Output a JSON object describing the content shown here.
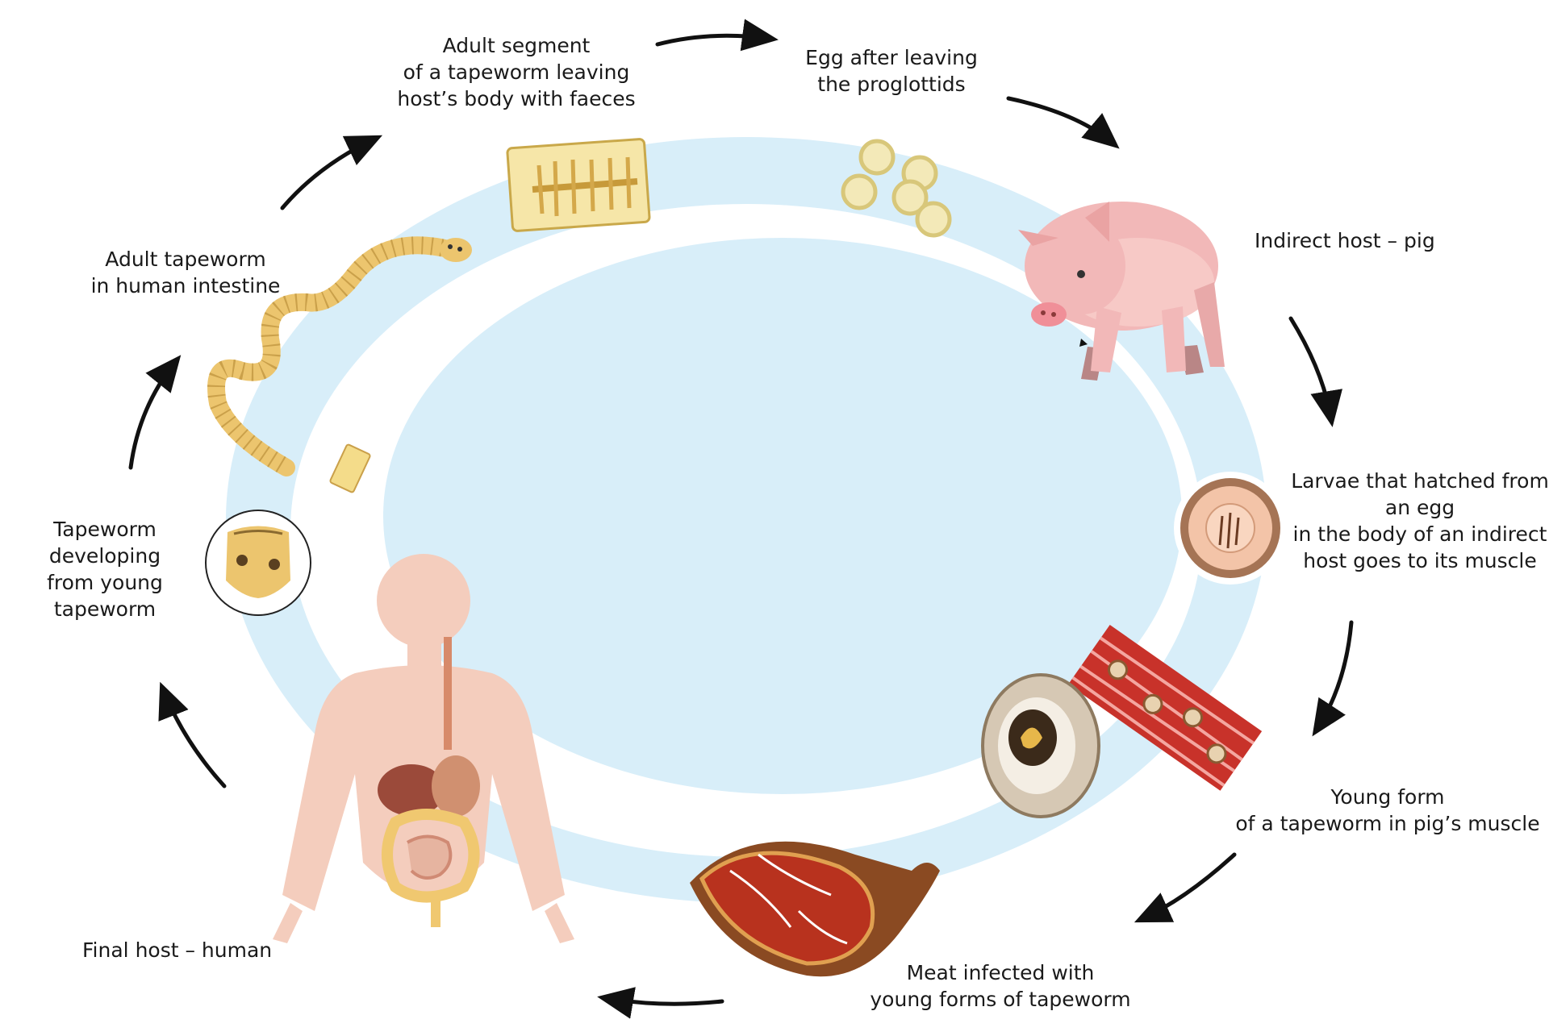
{
  "labels": {
    "adult_segment": "Adult segment\nof a tapeworm leaving\nhost’s body with faeces",
    "egg": "Egg after leaving\nthe proglottids",
    "indirect_host": "Indirect host – pig",
    "larvae": "Larvae that hatched from\nan egg\nin the body of an indirect\nhost goes to its muscle",
    "young_form": "Young form\nof a tapeworm in pig’s muscle",
    "meat": "Meat infected with\nyoung forms of tapeworm",
    "final_host": "Final host – human",
    "developing": "Tapeworm\ndeveloping\nfrom young\ntapeworm",
    "adult_tapeworm": "Adult tapeworm\nin human intestine"
  },
  "colors": {
    "ring": "#d8eef9",
    "arrow": "#111111",
    "skin": "#f4cdbd",
    "pig": "#f2b8b8",
    "tapeworm": "#ecc56e",
    "meat": "#b8321e"
  },
  "icons": {
    "proglottid": "proglottid-segment-icon",
    "eggs": "tapeworm-eggs-icon",
    "pig": "pig-icon",
    "larva": "larva-oncosphere-icon",
    "muscle": "infected-muscle-icon",
    "cyst": "cysticercus-icon",
    "meat": "infected-meat-icon",
    "human": "human-digestive-system-icon",
    "scolex": "scolex-icon",
    "tapeworm": "adult-tapeworm-icon"
  }
}
